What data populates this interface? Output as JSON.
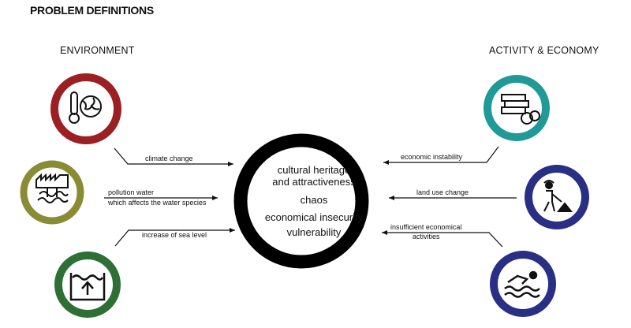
{
  "title": "PROBLEM DEFINITIONS",
  "sections": {
    "environment": "ENVIRONMENT",
    "activity": "ACTIVITY & ECONOMY"
  },
  "center": {
    "lines": [
      "cultural heritage",
      "and attractiveness",
      "chaos",
      "economical insecurity",
      "vulnerability"
    ]
  },
  "nodes": [
    {
      "icon": "thermometer-globe-icon",
      "color": "#9b1f23"
    },
    {
      "icon": "factory-water-icon",
      "color": "#8a8c34"
    },
    {
      "icon": "sea-level-icon",
      "color": "#2e6f36"
    },
    {
      "icon": "money-stack-icon",
      "color": "#1f9a96"
    },
    {
      "icon": "construction-worker-icon",
      "color": "#2a2f86"
    },
    {
      "icon": "swimmer-icon",
      "color": "#2a2f86"
    }
  ],
  "edges": {
    "climate_change": "climate change",
    "pollution_line1": "pollution water",
    "pollution_line2": "which affects the water species",
    "sea_level": "increase of sea level",
    "economic_instability": "economic instability",
    "land_use": "land use change",
    "insufficient_line1": "insufficient economical",
    "insufficient_line2": "activities"
  }
}
